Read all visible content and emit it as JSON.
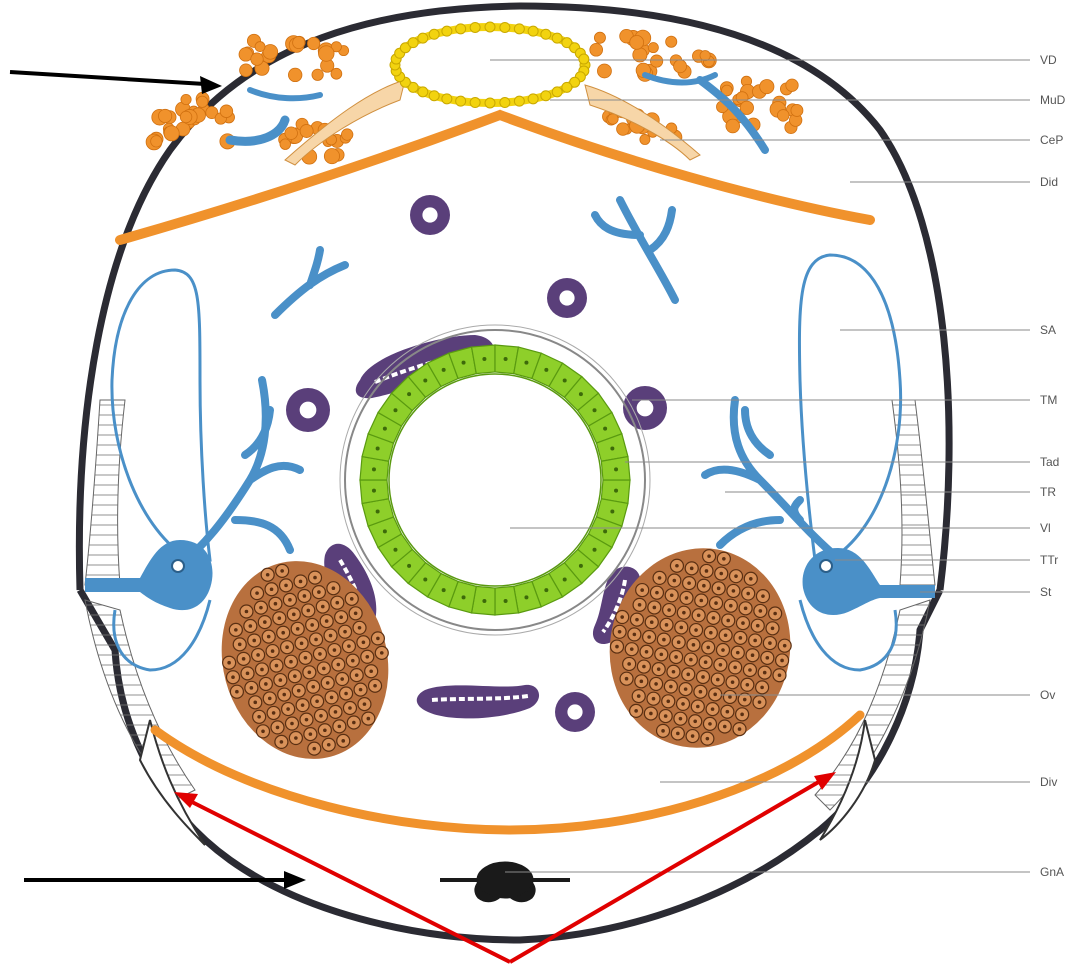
{
  "labels": {
    "vd": "VD",
    "mud": "MuD",
    "cep": "CeP",
    "did": "Did",
    "sa": "SA",
    "tm": "TM",
    "tad": "Tad",
    "tr": "TR",
    "vi": "Vl",
    "ttr": "TTr",
    "st": "St",
    "ov": "Ov",
    "div": "Div",
    "gna": "GnA"
  },
  "colors": {
    "body_wall": "#2b2b33",
    "dorsal_vessel": "#f2d30f",
    "fat_muscle": "#f0922c",
    "trachea": "#4a90c8",
    "malpighian": "#5a3f7a",
    "midgut": "#8ecf2a",
    "ovary": "#b8703e",
    "nerve_cord": "#1a1a1a",
    "annotation_arrow": "#e00000",
    "pointer_arrow": "#000000",
    "leader_line": "#8a8a8a",
    "label_text": "#555555"
  }
}
